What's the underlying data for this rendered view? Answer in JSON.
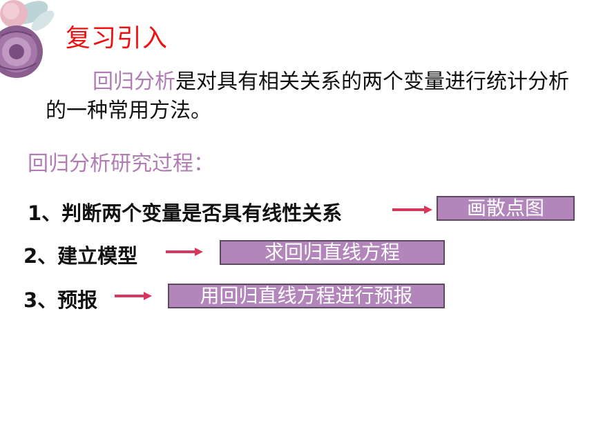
{
  "slide": {
    "title": "复习引入",
    "intro": {
      "highlight": "回归分析",
      "rest": "是对具有相关关系的两个变量进行统计分析的一种常用方法。"
    },
    "process_heading": "回归分析研究过程：",
    "steps": [
      {
        "label": "1、判断两个变量是否具有线性关系",
        "result": "画散点图"
      },
      {
        "label": "2、建立模型",
        "result": "求回归直线方程"
      },
      {
        "label": "3、预报",
        "result": "用回归直线方程进行预报"
      }
    ],
    "colors": {
      "title": "#ee1111",
      "highlight": "#b07cb3",
      "box_fill": "#b285bb",
      "arrow": "#d9365e"
    }
  }
}
